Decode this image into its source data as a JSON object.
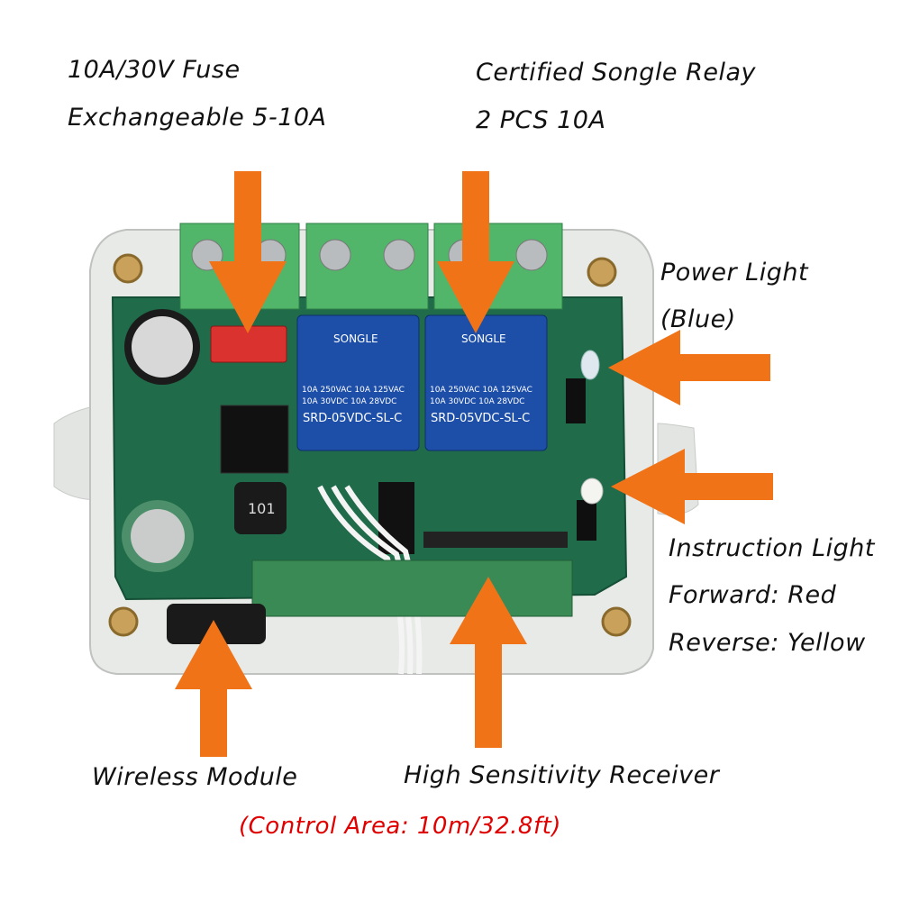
{
  "labels": {
    "fuse_line1": "10A/30V Fuse",
    "fuse_line2": "Exchangeable 5-10A",
    "relay_line1": "Certified Songle Relay",
    "relay_line2": "2 PCS 10A",
    "power_line1": "Power Light",
    "power_line2": "(Blue)",
    "instr_line1": "Instruction Light",
    "instr_line2": "Forward: Red",
    "instr_line3": "Reverse: Yellow",
    "wireless": "Wireless Module",
    "receiver": "High Sensitivity Receiver",
    "control_area": "(Control Area: 10m/32.8ft)"
  },
  "relay": {
    "brand": "SONGLE",
    "rating1": "10A 250VAC  10A 125VAC",
    "rating2": "10A  30VDC  10A  28VDC",
    "model": "SRD-05VDC-SL-C"
  },
  "inductor_code": "101",
  "colors": {
    "arrow": "#f07318",
    "pcb": "#1f6b4a",
    "enclosure": "#e6e8e6",
    "terminal": "#52b66a",
    "relay": "#1e4fa8",
    "control_area_text": "#e00000"
  }
}
